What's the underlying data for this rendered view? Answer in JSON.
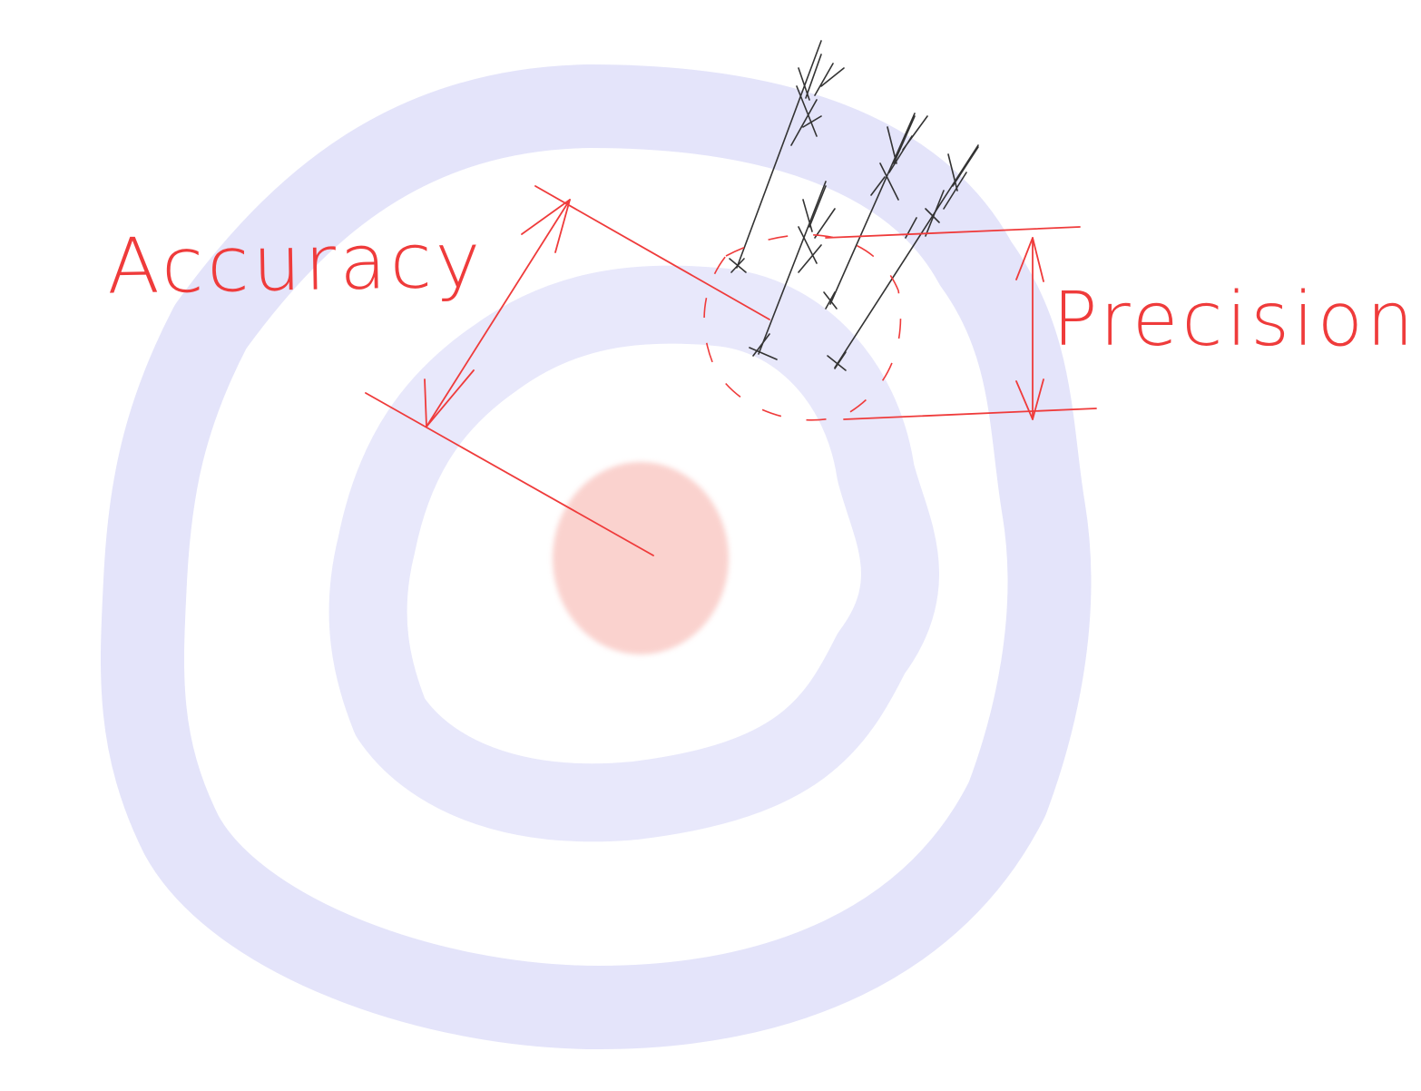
{
  "labels": {
    "accuracy": "Accuracy",
    "precision": "Precision"
  },
  "colors": {
    "ring": "#e4e4fa",
    "bullseye": "#f9c7c2",
    "annotation": "#ef3b3b",
    "arrow": "#333333",
    "background": "#ffffff"
  },
  "arrows_count": 4
}
